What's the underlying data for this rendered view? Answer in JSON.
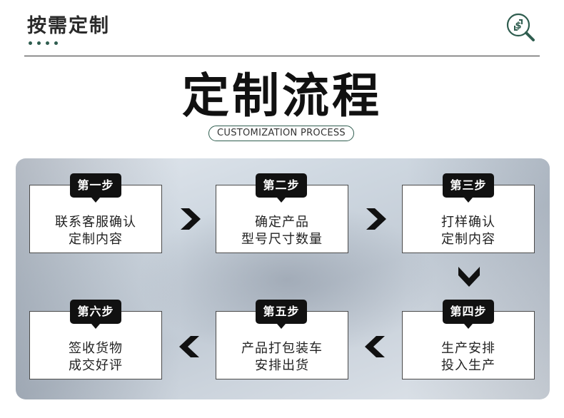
{
  "header": {
    "title": "按需定制",
    "icon": "search-dollar-icon",
    "accent_color": "#2f5d4f"
  },
  "main_title": "定制流程",
  "subtitle": "CUSTOMIZATION PROCESS",
  "steps": [
    {
      "label": "第一步",
      "line1": "联系客服确认",
      "line2": "定制内容"
    },
    {
      "label": "第二步",
      "line1": "确定产品",
      "line2": "型号尺寸数量"
    },
    {
      "label": "第三步",
      "line1": "打样确认",
      "line2": "定制内容"
    },
    {
      "label": "第四步",
      "line1": "生产安排",
      "line2": "投入生产"
    },
    {
      "label": "第五步",
      "line1": "产品打包装车",
      "line2": "安排出货"
    },
    {
      "label": "第六步",
      "line1": "签收货物",
      "line2": "成交好评"
    }
  ]
}
